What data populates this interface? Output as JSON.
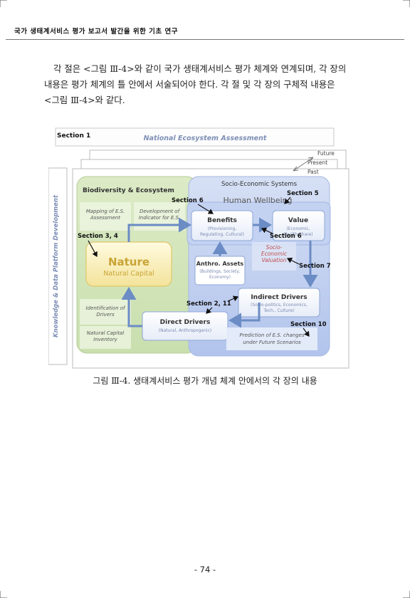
{
  "header": {
    "title": "국가 생태계서비스 평가 보고서 발간을 위한 기초 연구"
  },
  "body": {
    "line1": "각 절은 <그림 Ⅲ-4>와 같이 국가 생태계서비스 평가 체계와 연계되며, 각 장의",
    "line2": "내용은 평가 체계의 틀 안에서 서술되어야 한다. 각 절 및 각 장의 구체적 내용은",
    "line3": "<그림 Ⅲ-4>와 같다."
  },
  "figure": {
    "national_assessment": "National Ecosystem Assessment",
    "timeline": [
      "Future",
      "Present",
      "Past"
    ],
    "knowledge_platform": "Knowledge & Data Platform Development",
    "biodiversity_title": "Biodiversity & Ecosystem",
    "socio_title": "Socio-Economic Systems",
    "human_wellbeing": "Human Wellbeing",
    "mapping": [
      "Mapping of E.S.",
      "Assessment"
    ],
    "indicator": [
      "Development of",
      "Indicator for E.S."
    ],
    "nature": "Nature",
    "natural_capital": "Natural Capital",
    "identification": [
      "Identification of",
      "Drivers"
    ],
    "inventory": [
      "Natural Capital",
      "Inventory"
    ],
    "benefits": "Benefits",
    "benefits_sub": "(Provisioning, Regulating, Cultural)",
    "value": "Value",
    "value_sub": [
      "(Economic,",
      "Health Share)"
    ],
    "socio_valuation": [
      "Socio-",
      "Economic",
      "Valuation"
    ],
    "anthro": "Anthro. Assets",
    "anthro_sub": [
      "(Buildings, Society,",
      "Economy)"
    ],
    "indirect": "Indirect Drivers",
    "indirect_sub": [
      "(Socio-politics, Economics,",
      "Tech., Culture)"
    ],
    "direct": "Direct Drivers",
    "direct_sub": "(Natural, Anthropogenic)",
    "prediction": [
      "Prediction of E.S. changes",
      "under Future Scenarios"
    ],
    "sections": {
      "s1": "Section 1",
      "s5": "Section 5",
      "s6a": "Section 6",
      "s6b": "Section 6",
      "s34": "Section 3, 4",
      "s7": "Section 7",
      "s211": "Section 2, 11",
      "s10": "Section 10"
    }
  },
  "caption": "그림 Ⅲ-4. 생태계서비스 평가 개념 체계 안에서의 각 장의 내용",
  "page_number": "- 74 -"
}
